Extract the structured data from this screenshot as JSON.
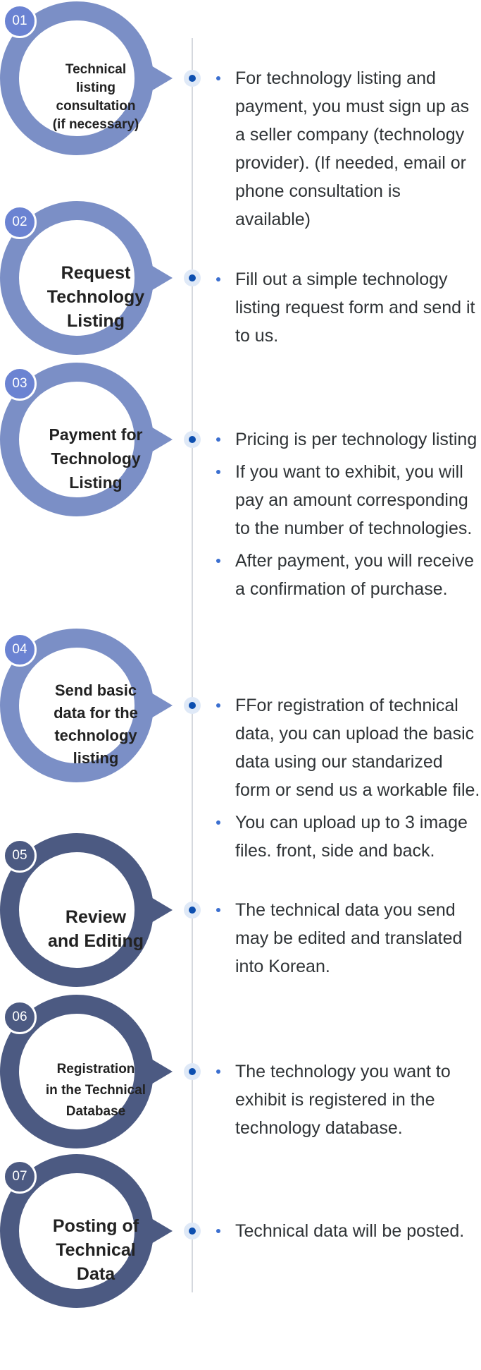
{
  "steps": [
    {
      "number": "01",
      "title": "Technical\nlisting\nconsultation\n(if necessary)",
      "color": "#7b8fc6",
      "bullets": [
        "For technology listing and payment, you must sign up as a seller company (technology provider). (If needed, email or phone consultation is available)"
      ]
    },
    {
      "number": "02",
      "title": "Request\nTechnology\nListing",
      "color": "#7b8fc6",
      "bullets": [
        "Fill out a simple technology listing request form and send it to us."
      ]
    },
    {
      "number": "03",
      "title": "Payment for\nTechnology\nListing",
      "color": "#7b8fc6",
      "bullets": [
        "Pricing is per technology listing",
        "If you want to exhibit, you will pay an amount corresponding to the number of technologies.",
        "After payment, you will receive a confirmation of purchase."
      ]
    },
    {
      "number": "04",
      "title": "Send basic\ndata for the\ntechnology\nlisting",
      "color": "#7b8fc6",
      "bullets": [
        "FFor registration of technical data, you can upload the basic data using our standarized form or send us a workable file.",
        "You can upload up to 3 image files. front, side and back."
      ]
    },
    {
      "number": "05",
      "title": "Review\nand Editing",
      "color": "#4c5a82",
      "bullets": [
        "The technical data you send may be edited and translated into Korean."
      ]
    },
    {
      "number": "06",
      "title": "Registration\nin the Technical\nDatabase",
      "color": "#4c5a82",
      "bullets": [
        "The technology you want to exhibit is registered in the technology database."
      ]
    },
    {
      "number": "07",
      "title": "Posting of\nTechnical\nData",
      "color": "#4c5a82",
      "bullets": [
        "Technical data will be posted."
      ]
    }
  ]
}
